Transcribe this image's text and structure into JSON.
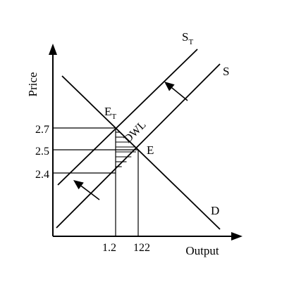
{
  "chart_data": {
    "type": "line",
    "title": "",
    "xlabel": "Output",
    "ylabel": "Price",
    "x_ticks": [
      "1.2",
      "122"
    ],
    "y_ticks": [
      "2.7",
      "2.5",
      "2.4"
    ],
    "curves": [
      {
        "name": "S",
        "label_main": "S",
        "label_sub": ""
      },
      {
        "name": "ST",
        "label_main": "S",
        "label_sub": "T"
      },
      {
        "name": "D",
        "label_main": "D",
        "label_sub": ""
      }
    ],
    "points": [
      {
        "name": "E",
        "label_main": "E",
        "label_sub": ""
      },
      {
        "name": "ET",
        "label_main": "E",
        "label_sub": "T"
      }
    ],
    "annotations": [
      "DWL"
    ],
    "deadweight_loss_shaded": true
  }
}
